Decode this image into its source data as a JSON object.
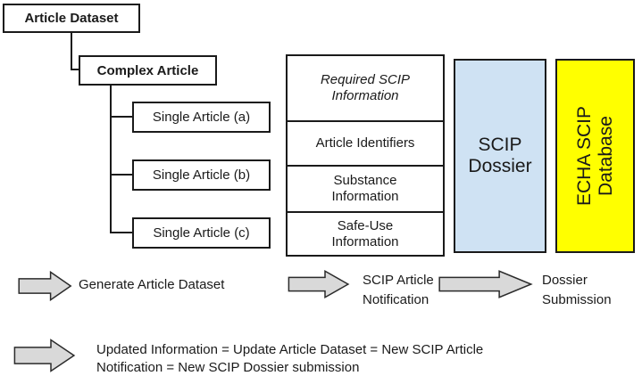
{
  "tree": {
    "article_dataset": "Article Dataset",
    "complex_article": "Complex Article",
    "single_articles": [
      "Single Article (a)",
      "Single Article (b)",
      "Single Article (c)"
    ]
  },
  "info_table": {
    "header": "Required SCIP Information",
    "rows": [
      "Article Identifiers",
      "Substance Information",
      "Safe-Use Information"
    ]
  },
  "dossier_box": {
    "label": "SCIP Dossier",
    "fill": "#CFE2F3"
  },
  "echa_box": {
    "label": "ECHA SCIP Database",
    "fill": "#FFFF00"
  },
  "flow_arrows": {
    "fill": "#D9D9D9",
    "step1_label": "Generate Article Dataset",
    "step2_label": "SCIP Article Notification",
    "step3_label": "Dossier Submission",
    "update_line1": "Updated Information = Update Article Dataset = New SCIP Article",
    "update_line2": "Notification = New SCIP Dossier submission"
  }
}
